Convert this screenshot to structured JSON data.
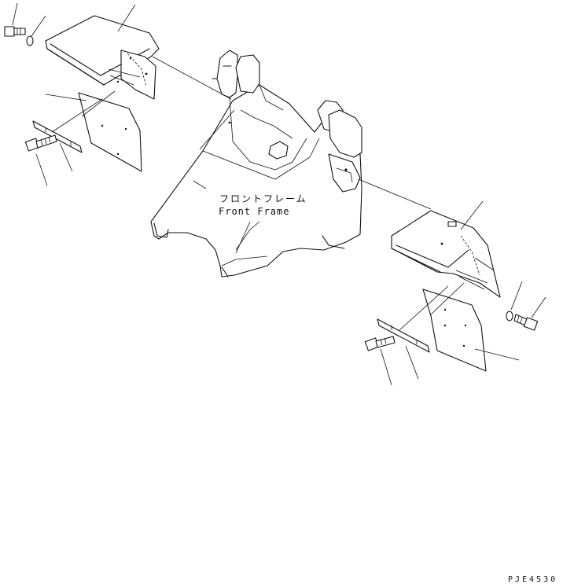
{
  "frame_label": {
    "japanese": "フロントフレーム",
    "english": "Front Frame"
  },
  "drawing_code": "PJE4530"
}
